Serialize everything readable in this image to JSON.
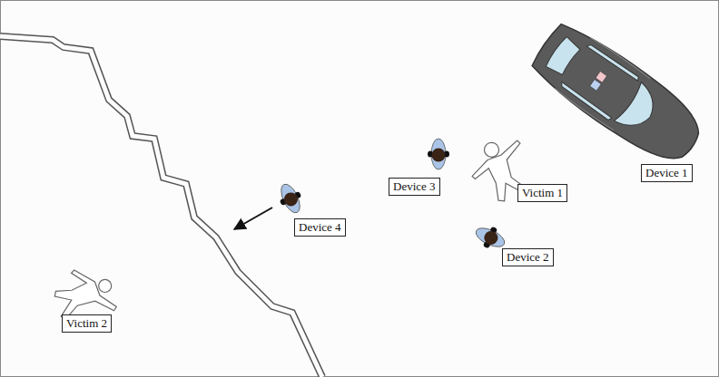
{
  "diagram": {
    "nodes": [
      {
        "text": [
          "Device 1"
        ]
      },
      {
        "text": [
          "Device 3"
        ]
      },
      {
        "text": [
          "Victim 1"
        ]
      },
      {
        "text": [
          "Device 4"
        ]
      },
      {
        "text": [
          "Device 2"
        ]
      },
      {
        "text": [
          "Victim 2"
        ]
      }
    ]
  }
}
